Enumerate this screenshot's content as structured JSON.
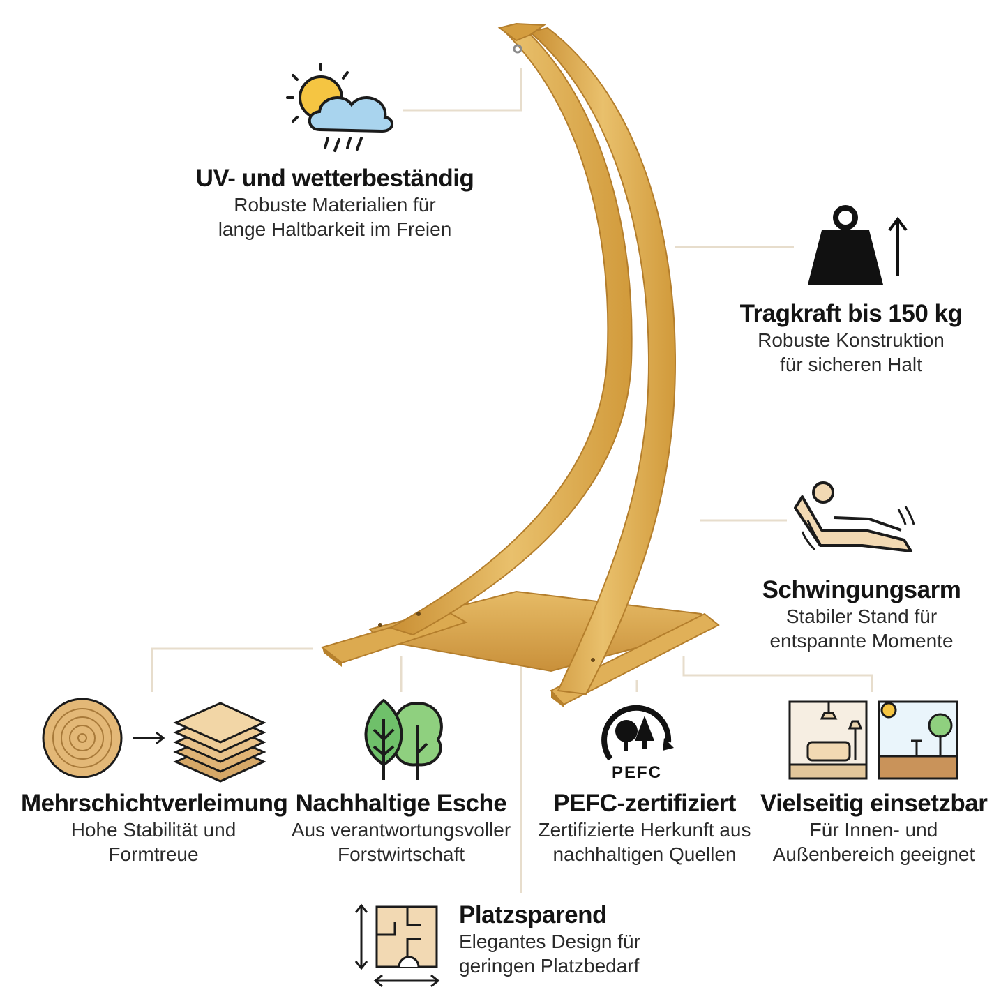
{
  "colors": {
    "wood_light": "#e8bf6a",
    "wood_mid": "#d9a443",
    "wood_dark": "#b8832b",
    "leader_line": "#e6dccb",
    "icon_dark": "#1b1b1b",
    "cream": "#f2d9b3",
    "sun": "#f5c542",
    "cloud": "#a9d4ee",
    "leaf_green": "#6fc06a",
    "leaf_light": "#8fd07f"
  },
  "features": {
    "weather": {
      "icon": "sun-cloud-rain-icon",
      "title": "UV- und wetterbeständig",
      "line1": "Robuste Materialien für",
      "line2": "lange Haltbarkeit im Freien"
    },
    "load": {
      "icon": "weight-arrow-up-icon",
      "title": "Tragkraft bis 150 kg",
      "line1": "Robuste Konstruktion",
      "line2": "für sicheren Halt"
    },
    "swing": {
      "icon": "reclining-person-icon",
      "title": "Schwingungsarm",
      "line1": "Stabiler Stand für",
      "line2": "entspannte Momente"
    },
    "laminate": {
      "icon": "log-to-layers-icon",
      "title": "Mehrschichtverleimung",
      "line1": "Hohe Stabilität und",
      "line2": "Formtreue"
    },
    "ash": {
      "icon": "trees-icon",
      "title": "Nachhaltige Esche",
      "line1": "Aus verantwortungsvoller",
      "line2": "Forstwirtschaft"
    },
    "pefc": {
      "icon": "pefc-logo",
      "logo_text": "PEFC",
      "title": "PEFC-zertifiziert",
      "line1": "Zertifizierte Herkunft aus",
      "line2": "nachhaltigen Quellen"
    },
    "versatile": {
      "icon": "indoor-outdoor-icon",
      "title": "Vielseitig einsetzbar",
      "line1": "Für Innen- und",
      "line2": "Außenbereich geeignet"
    },
    "space": {
      "icon": "floorplan-icon",
      "title": "Platzsparend",
      "line1": "Elegantes Design für",
      "line2": "geringen Platzbedarf"
    }
  }
}
